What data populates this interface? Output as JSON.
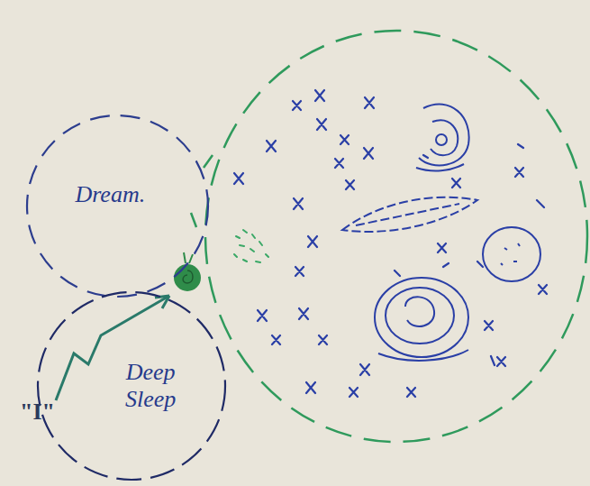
{
  "diagram": {
    "nodes": [
      {
        "text": [
          "Dream."
        ]
      },
      {
        "text": [
          "Deep Sleep"
        ]
      }
    ],
    "labels": [
      "\"I\""
    ]
  }
}
